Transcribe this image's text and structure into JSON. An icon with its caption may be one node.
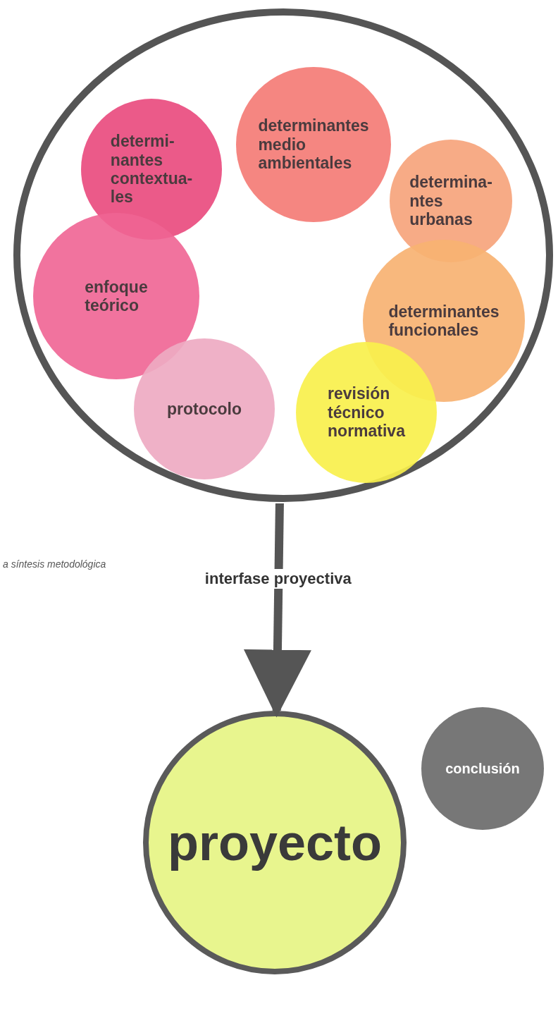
{
  "diagram": {
    "nodes": [
      {
        "text": [],
        "shape": "circle"
      },
      {
        "text": [
          "determi- nantes contextua- les"
        ],
        "in": 0
      },
      {
        "text": [
          "determinantes medio ambientales"
        ],
        "in": 0
      },
      {
        "text": [
          "determina- ntes urbanas"
        ],
        "in": 0
      },
      {
        "text": [
          "enfoque teórico"
        ],
        "in": 0
      },
      {
        "text": [
          "determinantes funcionales"
        ],
        "in": 0
      },
      {
        "text": [
          "protocolo"
        ],
        "in": 0
      },
      {
        "text": [
          "revisión técnico normativa"
        ],
        "in": 0
      },
      {
        "text": [
          "proyecto"
        ]
      },
      {
        "text": [
          "conclusión"
        ]
      }
    ],
    "edges": [
      {
        "from": 0,
        "to": 8,
        "arrow": "to",
        "label": "interfase proyectiva"
      }
    ],
    "labels": [
      "a síntesis metodológica"
    ]
  }
}
